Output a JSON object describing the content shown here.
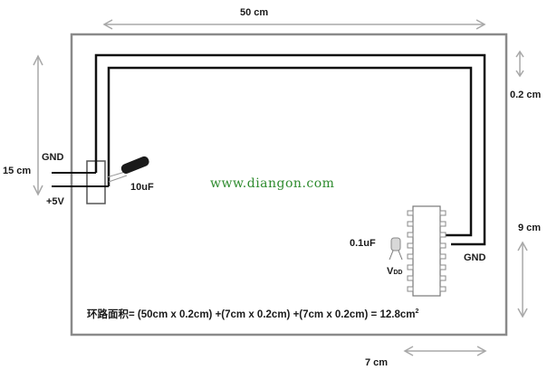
{
  "diagram": {
    "title": "PCB power loop area illustration",
    "dimensions": {
      "width_label": "50 cm",
      "height_label": "15 cm",
      "trace_gap_label": "0.2 cm",
      "right_drop_label": "9 cm",
      "bottom_run_label": "7 cm"
    },
    "nets": {
      "gnd_left": "GND",
      "vcc_left": "+5V",
      "gnd_right": "GND",
      "vdd_main": "V",
      "vdd_sub": "DD"
    },
    "components": {
      "bulk_cap": "10uF",
      "decoupling_cap": "0.1uF"
    },
    "formula": {
      "prefix": "环路面积=",
      "expression": "(50cm x 0.2cm) +(7cm x 0.2cm) +(7cm x 0.2cm) = 12.8cm",
      "exponent": "2"
    },
    "watermark": "www.diangon.com",
    "colors": {
      "board_outline": "#8a8a8a",
      "trace": "#111111",
      "dimension_arrow": "#a0a0a0",
      "watermark": "#2e8b2e"
    }
  }
}
